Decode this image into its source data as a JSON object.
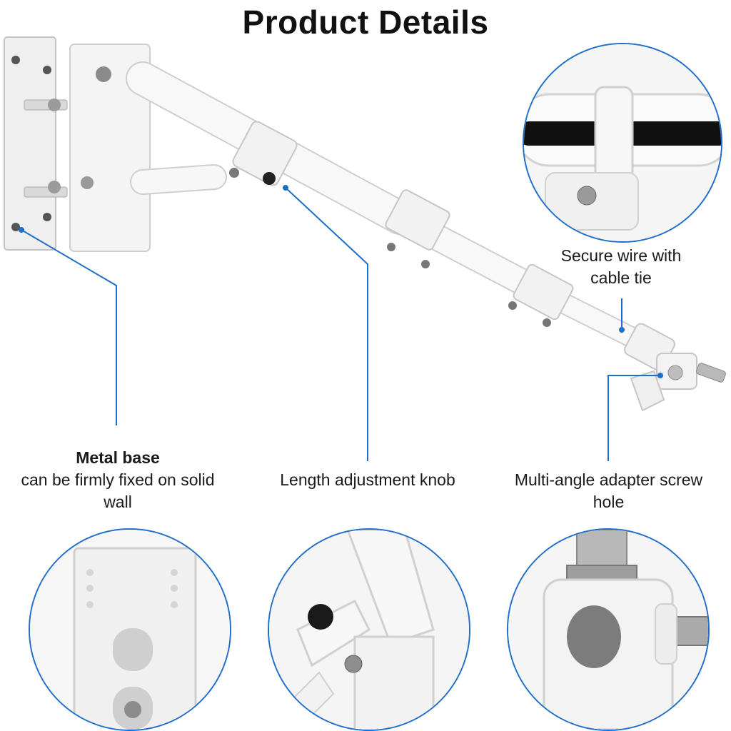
{
  "title": "Product Details",
  "labels": {
    "wire": "Secure wire with cable tie",
    "base_title": "Metal base",
    "base_desc": "can be firmly fixed on solid wall",
    "knob": "Length adjustment knob",
    "hole": "Multi-angle adapter screw hole"
  },
  "colors": {
    "accent": "#1f6fc9",
    "metal_white": "#f2f2f2",
    "outline": "#c9c9c9"
  }
}
